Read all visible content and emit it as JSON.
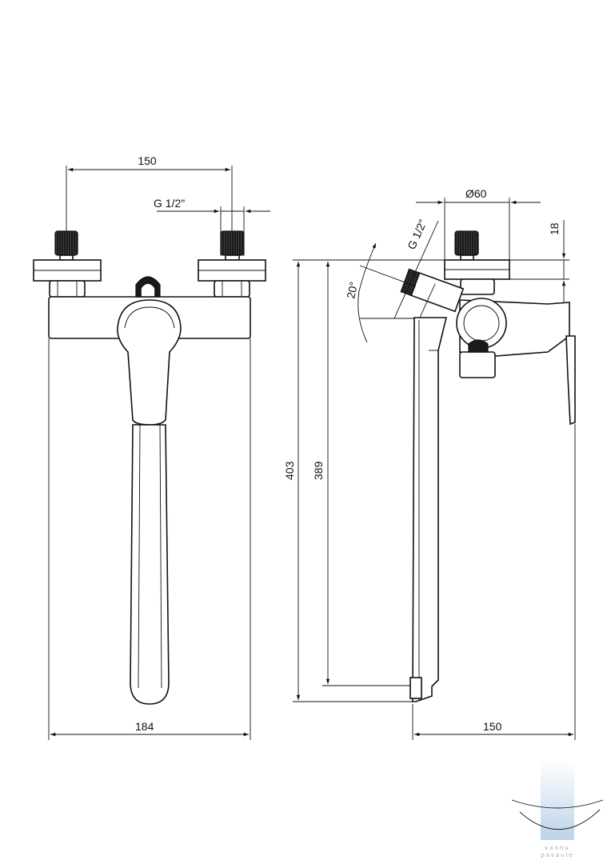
{
  "front_view": {
    "dim_spacing": "150",
    "dim_thread": "G 1/2\"",
    "dim_width": "184"
  },
  "side_view": {
    "dim_diameter": "Ø60",
    "dim_thread": "G 1/2\"",
    "dim_offset": "18",
    "dim_angle": "20°",
    "dim_height_total": "403",
    "dim_height_inner": "389",
    "dim_depth": "150"
  },
  "watermark": {
    "line1": "vannu",
    "line2": "pasaule",
    "color": "#c5d8ea"
  }
}
